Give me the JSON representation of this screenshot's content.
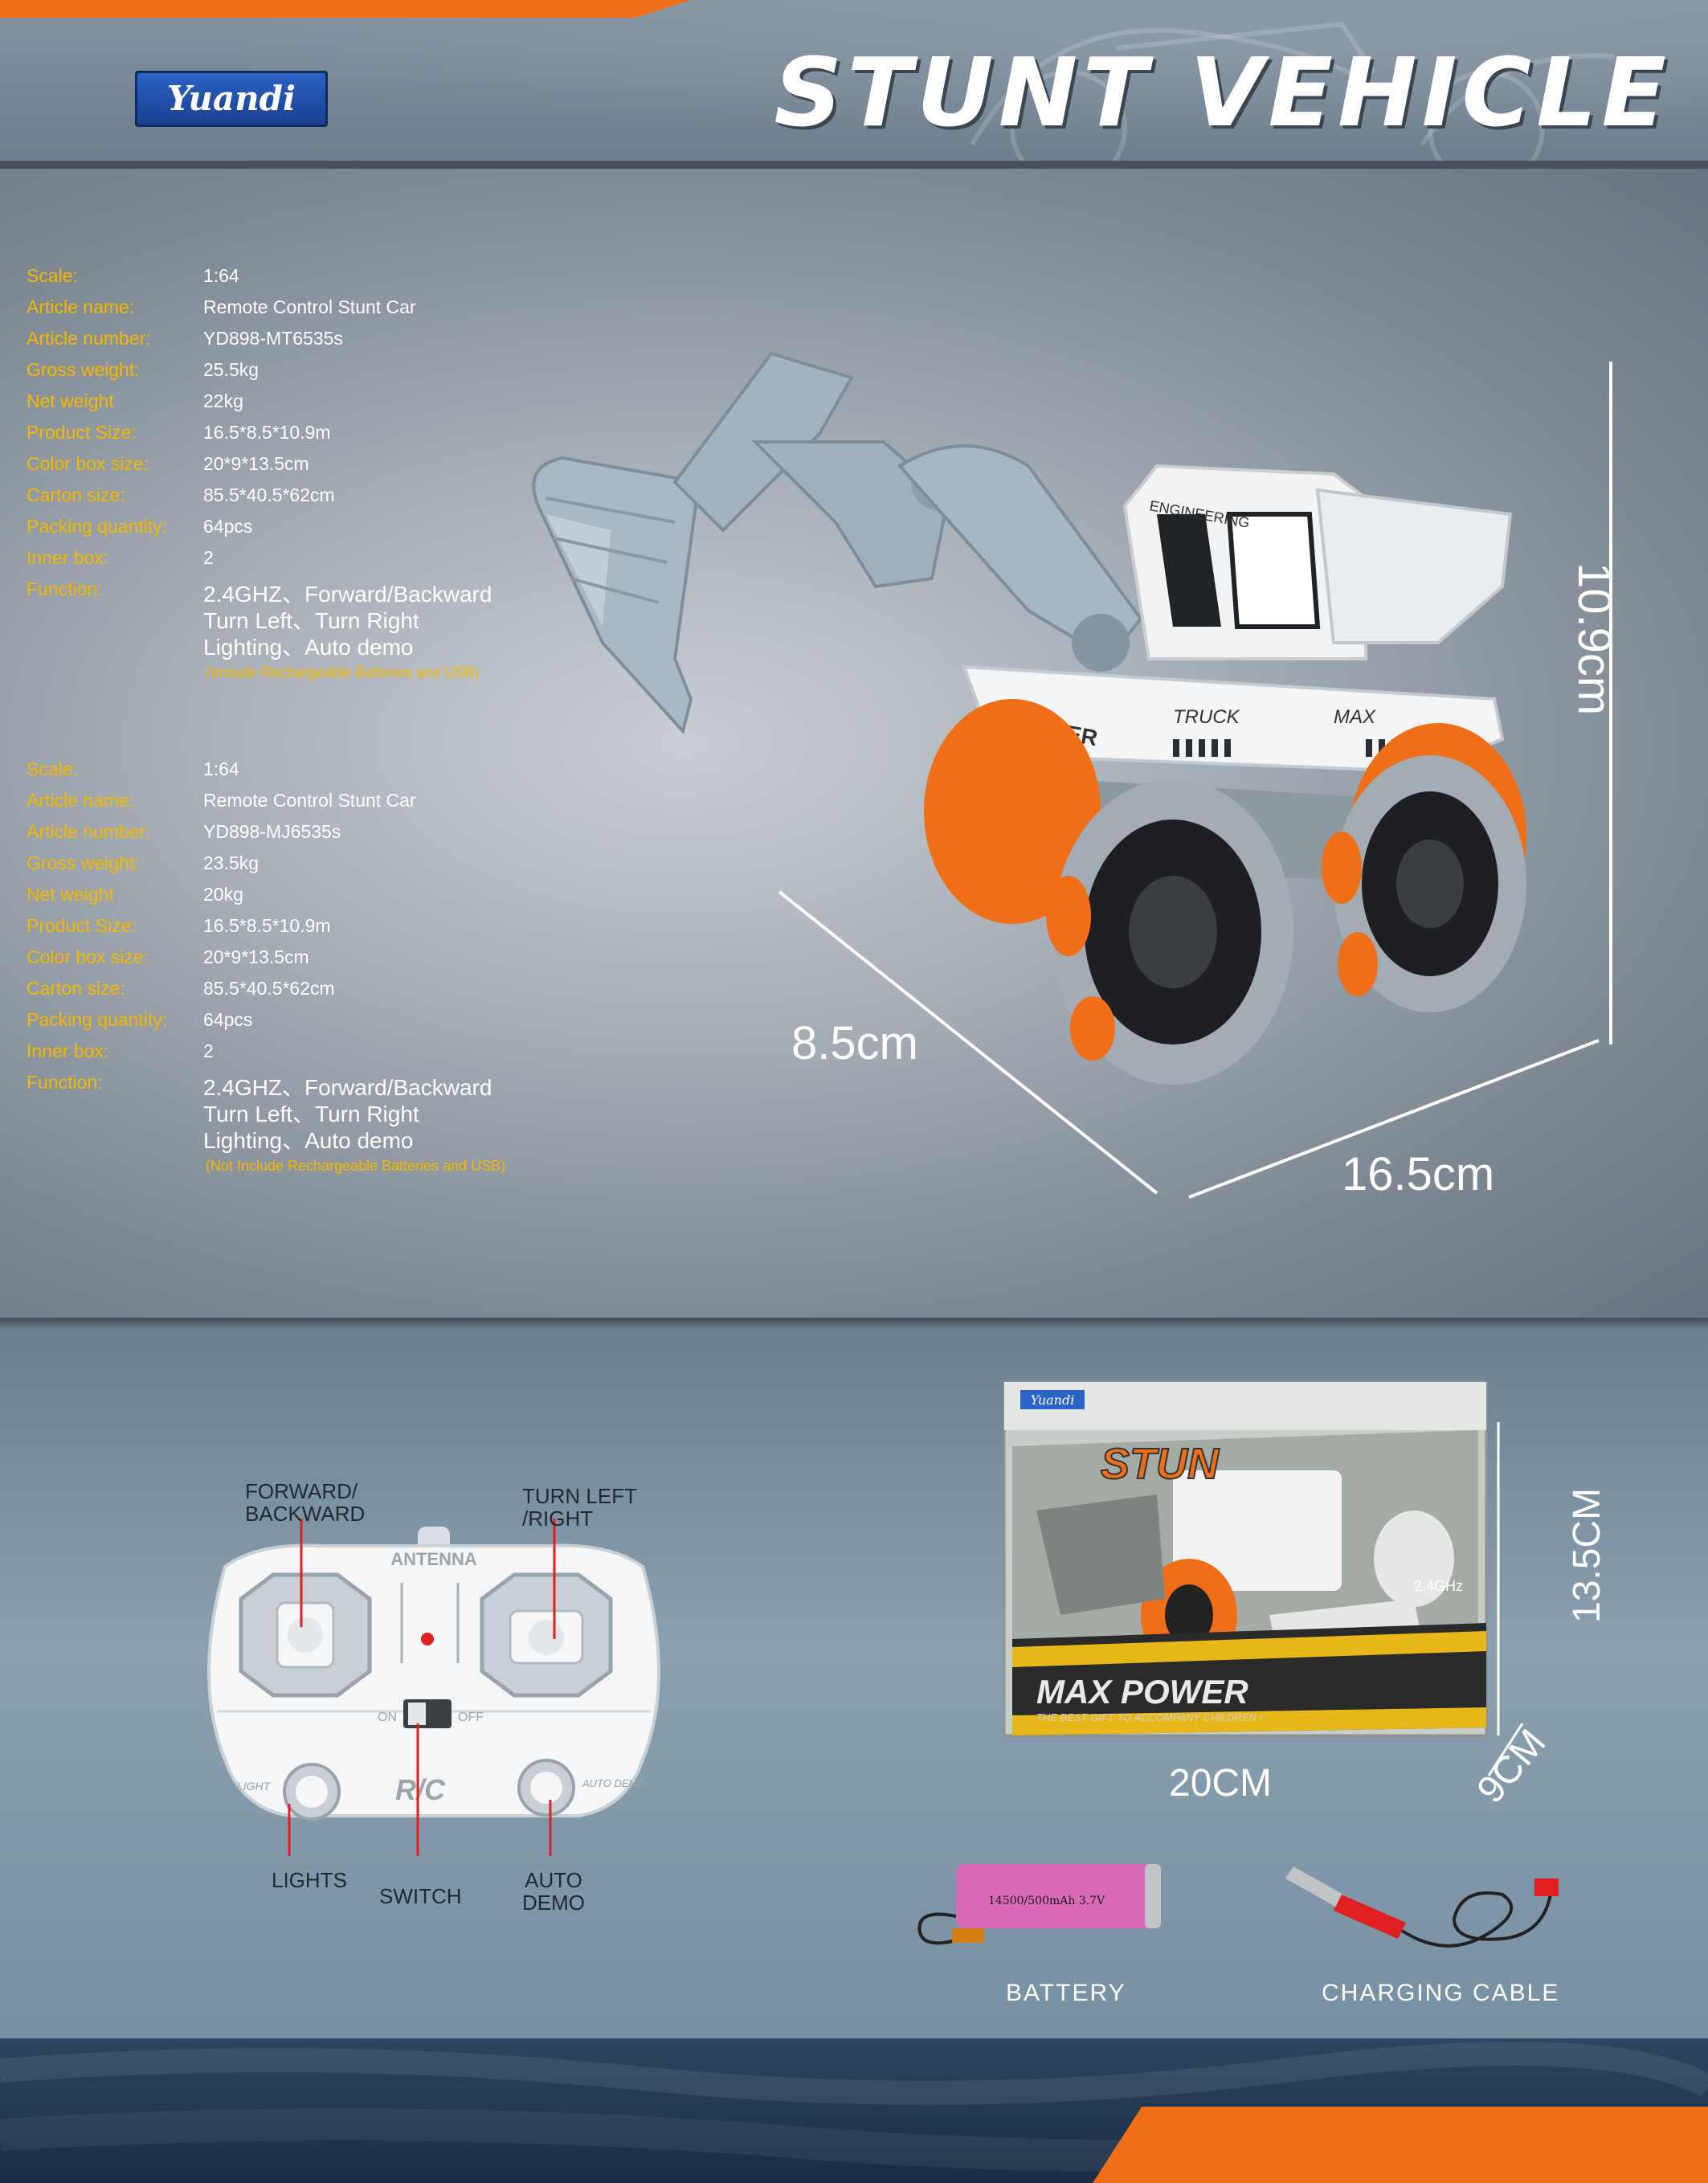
{
  "header": {
    "logo_text": "Yuandi",
    "title": "STUNT VEHICLE"
  },
  "spec_blocks": [
    {
      "rows": [
        {
          "label": "Scale:",
          "value": "1:64"
        },
        {
          "label": "Article name:",
          "value": "Remote Control Stunt Car"
        },
        {
          "label": "Article number:",
          "value": "YD898-MT6535s"
        },
        {
          "label": "Gross weight:",
          "value": "25.5kg"
        },
        {
          "label": "Net weight",
          "value": "22kg"
        },
        {
          "label": "Product Size:",
          "value": "16.5*8.5*10.9m"
        },
        {
          "label": "Color box size:",
          "value": "20*9*13.5cm"
        },
        {
          "label": "Carton size:",
          "value": "85.5*40.5*62cm"
        },
        {
          "label": "Packing quantity:",
          "value": "64pcs"
        },
        {
          "label": "Inner box:",
          "value": "2"
        }
      ],
      "function_label": "Function:",
      "function_lines": [
        "2.4GHZ、Forward/Backward",
        "Turn Left、Turn Right",
        "Lighting、Auto demo"
      ],
      "function_note": "(Include Rechargeable Batteries and USB)"
    },
    {
      "rows": [
        {
          "label": "Scale:",
          "value": "1:64"
        },
        {
          "label": "Article name:",
          "value": "Remote Control Stunt Car"
        },
        {
          "label": "Article number:",
          "value": "YD898-MJ6535s"
        },
        {
          "label": "Gross weight:",
          "value": "23.5kg"
        },
        {
          "label": "Net weight",
          "value": "20kg"
        },
        {
          "label": "Product Size:",
          "value": "16.5*8.5*10.9m"
        },
        {
          "label": "Color box size:",
          "value": "20*9*13.5cm"
        },
        {
          "label": "Carton size:",
          "value": "85.5*40.5*62cm"
        },
        {
          "label": "Packing quantity:",
          "value": "64pcs"
        },
        {
          "label": "Inner box:",
          "value": "2"
        }
      ],
      "function_label": "Function:",
      "function_lines": [
        "2.4GHZ、Forward/Backward",
        "Turn Left、Turn Right",
        "Lighting、Auto demo"
      ],
      "function_note": "(Not Include Rechargeable Batteries and USB)"
    }
  ],
  "product": {
    "decals": {
      "engineering": "ENGINEERING",
      "power": "POWER",
      "truck": "TRUCK",
      "max": "MAX"
    },
    "dimensions": {
      "height": "10.9cm",
      "depth": "8.5cm",
      "width": "16.5cm"
    }
  },
  "controller": {
    "antenna": "ANTENNA",
    "on": "ON",
    "off": "OFF",
    "light": "LIGHT",
    "auto_demo": "AUTO DEMO",
    "rc": "R/C",
    "callouts": {
      "forward_backward_1": "FORWARD/",
      "forward_backward_2": "BACKWARD",
      "turn_1": "TURN LEFT",
      "turn_2": "/RIGHT",
      "lights": "LIGHTS",
      "switch": "SWITCH",
      "auto_1": "AUTO",
      "auto_2": "DEMO"
    }
  },
  "package": {
    "brand": "Yuandi",
    "banner_title": "MAX POWER",
    "banner_sub": "THE BEST GIFT TO ACCOMPANY CHILDREN !",
    "freq": "2.4GHz",
    "dims": {
      "height": "13.5CM",
      "width": "20CM",
      "depth": "9CM"
    }
  },
  "accessories": {
    "battery_print": "14500/500mAh 3.7V",
    "battery_label": "BATTERY",
    "cable_label": "CHARGING CABLE"
  },
  "colors": {
    "accent_orange": "#f06e18",
    "label_yellow": "#f5b800",
    "logo_blue": "#2b63c7"
  }
}
